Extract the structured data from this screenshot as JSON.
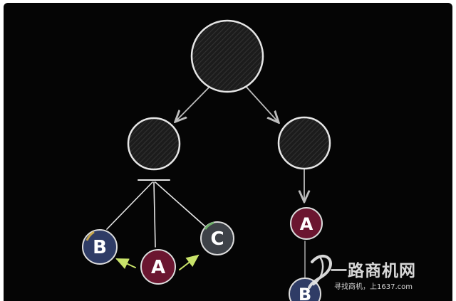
{
  "diagram": {
    "background": "#050505",
    "frame_color": "#ffffff",
    "chalk_color": "#e6e6e6",
    "arrow_color": "#bdbdbd",
    "green_arrow_color": "#c9e36a",
    "nodes": {
      "root": {
        "label": ""
      },
      "left_parent": {
        "label": ""
      },
      "right_parent": {
        "label": ""
      },
      "left_child_b": {
        "label": "B",
        "fill": "#2f3c66"
      },
      "left_child_a": {
        "label": "A",
        "fill": "#6b1630"
      },
      "left_child_c": {
        "label": "C",
        "fill": "#3e4248"
      },
      "right_child_a": {
        "label": "A",
        "fill": "#6b1630"
      },
      "right_child_b": {
        "label": "B",
        "fill": "#2f3c66"
      }
    }
  },
  "watermark": {
    "brand": "一路商机网",
    "slogan": "寻找商机，上1637.com",
    "icon": "brand-swirl-icon"
  }
}
